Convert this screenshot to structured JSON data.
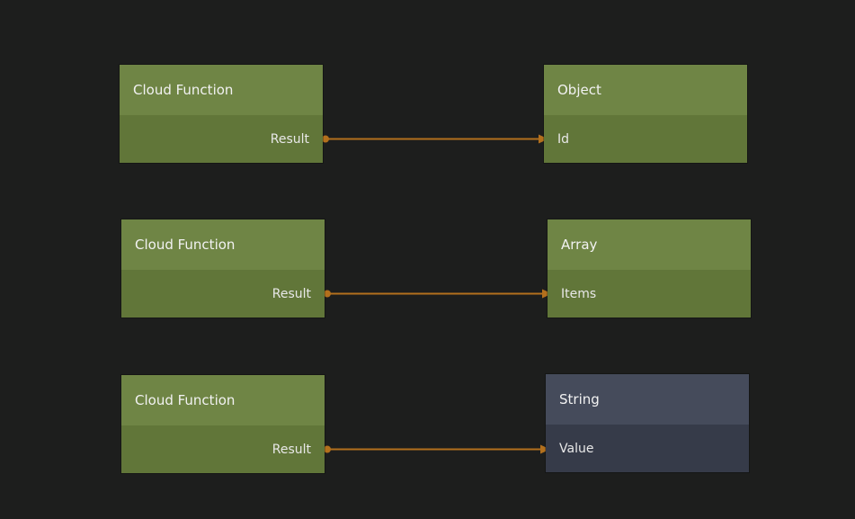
{
  "colors": {
    "canvas_bg": "#1d1e1d",
    "green_header": "#6f8545",
    "green_body": "#617639",
    "slate_header": "#454b5b",
    "slate_body": "#363b49",
    "wire": "#b3701d",
    "title_text": "#f2f2f2",
    "port_text": "#e8e8e8"
  },
  "nodes": [
    {
      "title": "Cloud Function",
      "port": "Result",
      "port_direction": "output"
    },
    {
      "title": "Object",
      "port": "Id",
      "port_direction": "input"
    },
    {
      "title": "Cloud Function",
      "port": "Result",
      "port_direction": "output"
    },
    {
      "title": "Array",
      "port": "Items",
      "port_direction": "input"
    },
    {
      "title": "Cloud Function",
      "port": "Result",
      "port_direction": "output"
    },
    {
      "title": "String",
      "port": "Value",
      "port_direction": "input"
    }
  ],
  "connections": [
    {
      "from": "Cloud Function.Result",
      "to": "Object.Id"
    },
    {
      "from": "Cloud Function.Result",
      "to": "Array.Items"
    },
    {
      "from": "Cloud Function.Result",
      "to": "String.Value"
    }
  ]
}
